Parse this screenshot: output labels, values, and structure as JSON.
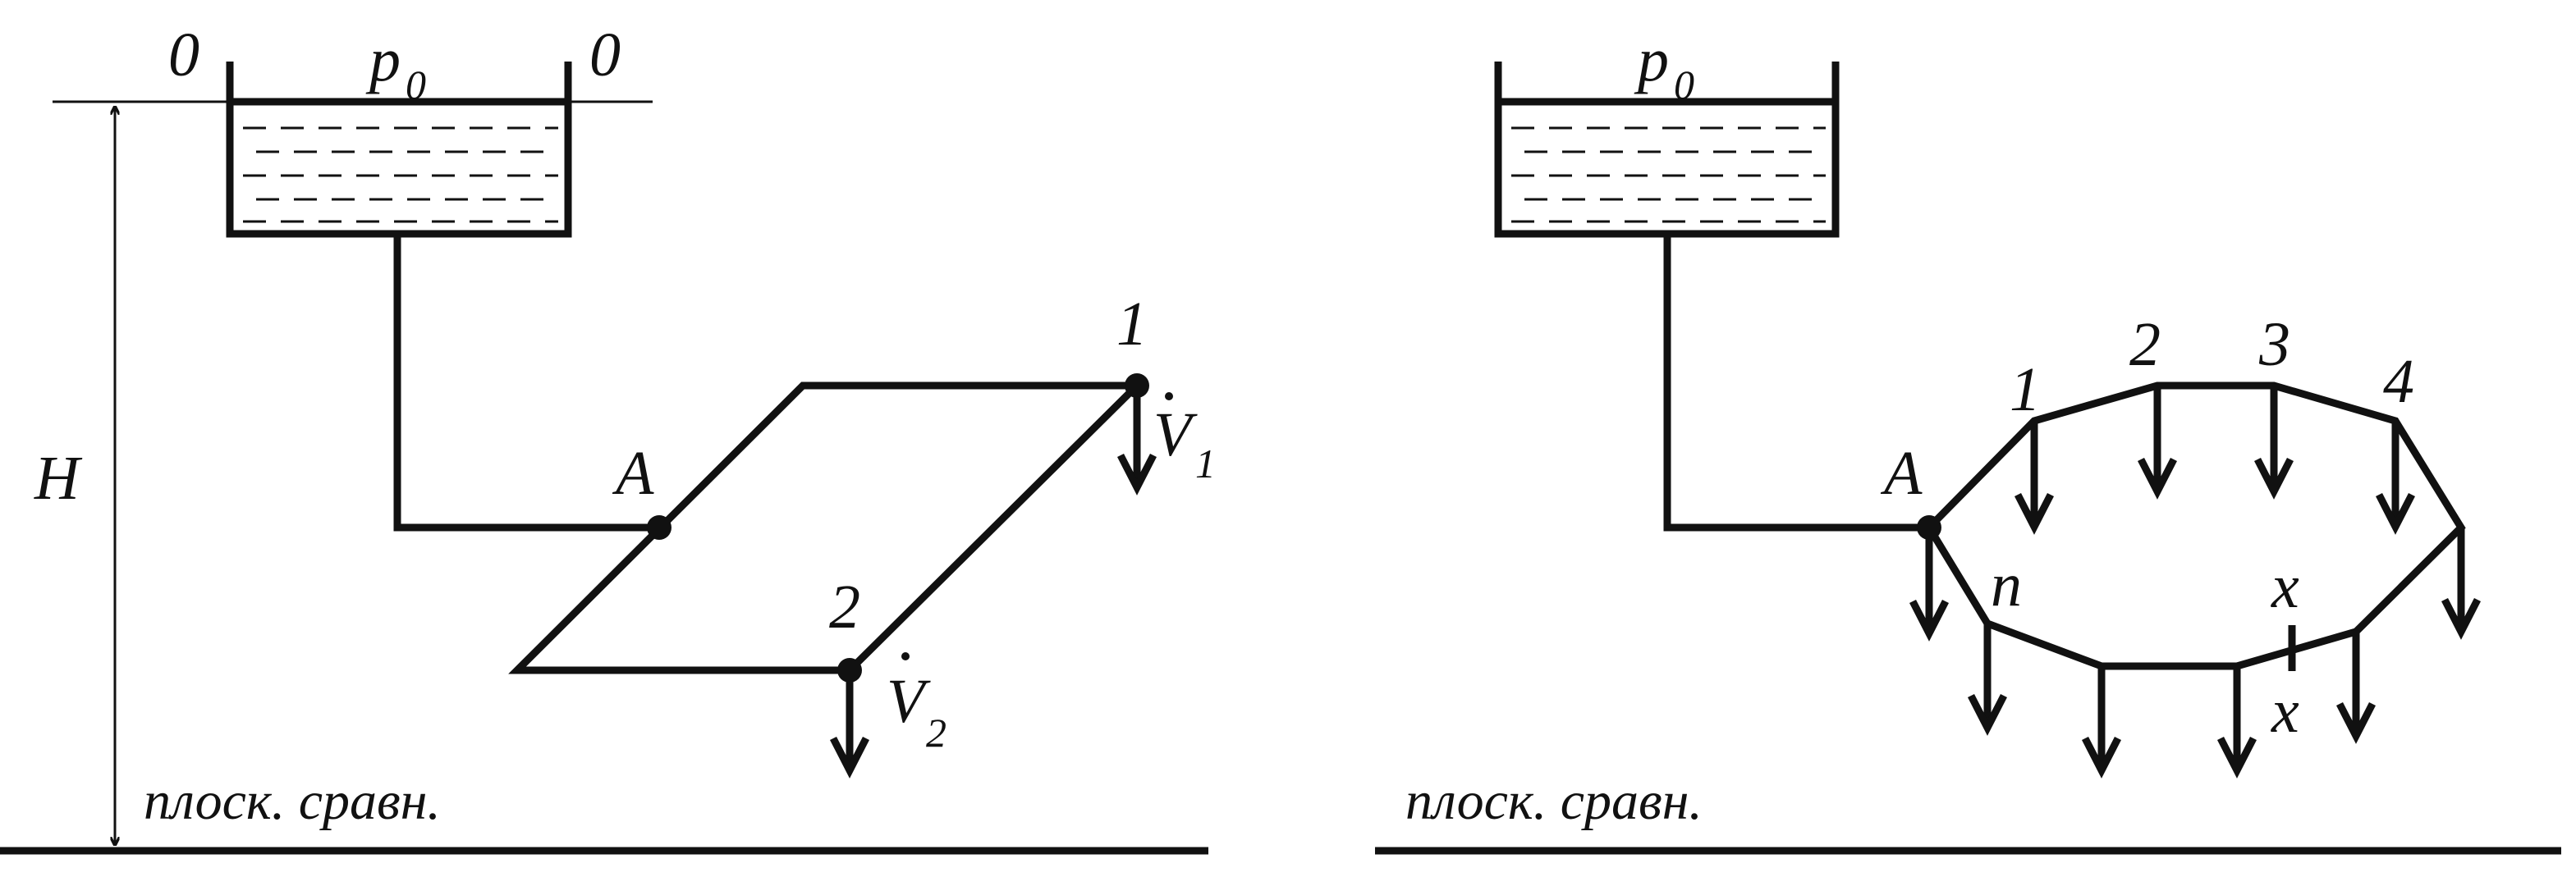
{
  "left": {
    "level_left": "0",
    "level_right": "0",
    "pressure": "p",
    "pressure_sub": "0",
    "height": "H",
    "node_a": "A",
    "node_1": "1",
    "node_2": "2",
    "flow_1": "V",
    "flow_1_sub": "1",
    "flow_2": "V",
    "flow_2_sub": "2",
    "reference_plane": "плоск. сравн."
  },
  "right": {
    "pressure": "p",
    "pressure_sub": "0",
    "node_a": "A",
    "node_1": "1",
    "node_2": "2",
    "node_3": "3",
    "node_4": "4",
    "node_n": "n",
    "section_top": "x",
    "section_bottom": "x",
    "reference_plane": "плоск. сравн."
  }
}
